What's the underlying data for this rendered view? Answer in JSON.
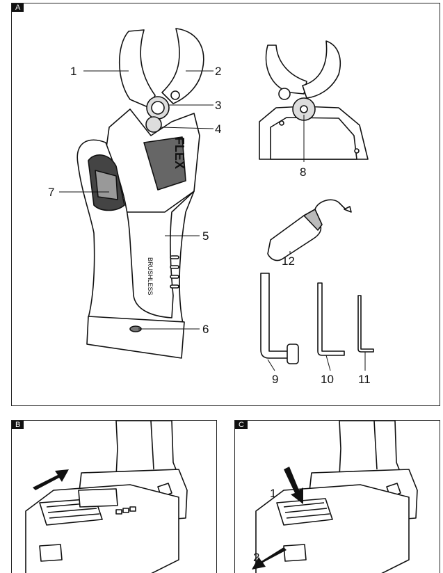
{
  "panels": {
    "a": {
      "tag": "A"
    },
    "b": {
      "tag": "B"
    },
    "c": {
      "tag": "C"
    }
  },
  "callouts": {
    "c1": "1",
    "c2": "2",
    "c3": "3",
    "c4": "4",
    "c5": "5",
    "c6": "6",
    "c7": "7",
    "c8": "8",
    "c9": "9",
    "c10": "10",
    "c11": "11",
    "c12": "12"
  },
  "brand": {
    "logo": "FLEX",
    "side_text": "BRUSHLESS"
  },
  "step_labels": {
    "s1": "1",
    "s2": "2"
  }
}
